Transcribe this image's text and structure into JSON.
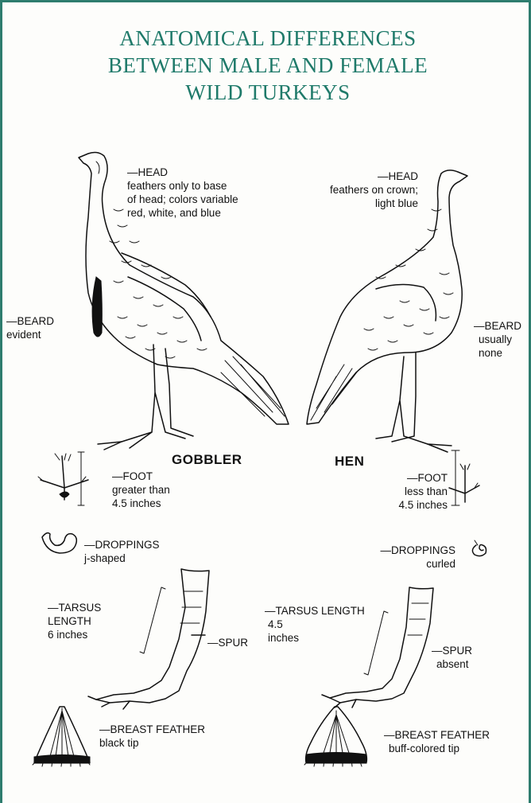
{
  "title": {
    "line1": "ANATOMICAL DIFFERENCES",
    "line2": "BETWEEN MALE AND FEMALE",
    "line3": "WILD TURKEYS"
  },
  "colors": {
    "title": "#1f7a6a",
    "border": "#2e7d6e",
    "ink": "#111111"
  },
  "gobbler": {
    "name": "GOBBLER",
    "head": {
      "title": "—HEAD",
      "l1": "feathers only to base",
      "l2": "of head; colors variable",
      "l3": "red, white, and blue"
    },
    "beard": {
      "title": "—BEARD",
      "l1": "evident"
    },
    "foot": {
      "title": "—FOOT",
      "l1": "greater than",
      "l2": "4.5 inches"
    },
    "droppings": {
      "title": "—DROPPINGS",
      "l1": "j-shaped"
    },
    "tarsus": {
      "l1": "—TARSUS",
      "l2": "LENGTH",
      "l3": "6 inches"
    },
    "spur": {
      "title": "—SPUR"
    },
    "breast": {
      "title": "—BREAST FEATHER",
      "l1": "black tip"
    }
  },
  "hen": {
    "name": "HEN",
    "head": {
      "title": "—HEAD",
      "l1": "feathers on crown;",
      "l2": "light blue"
    },
    "beard": {
      "title": "—BEARD",
      "l1": "usually",
      "l2": "none"
    },
    "foot": {
      "title": "—FOOT",
      "l1": "less than",
      "l2": "4.5 inches"
    },
    "droppings": {
      "title": "—DROPPINGS",
      "l1": "curled"
    },
    "tarsus": {
      "l1": "—TARSUS LENGTH",
      "l2": "4.5",
      "l3": "inches"
    },
    "spur": {
      "title": "—SPUR",
      "l1": "absent"
    },
    "breast": {
      "title": "—BREAST FEATHER",
      "l1": "buff-colored tip"
    }
  }
}
